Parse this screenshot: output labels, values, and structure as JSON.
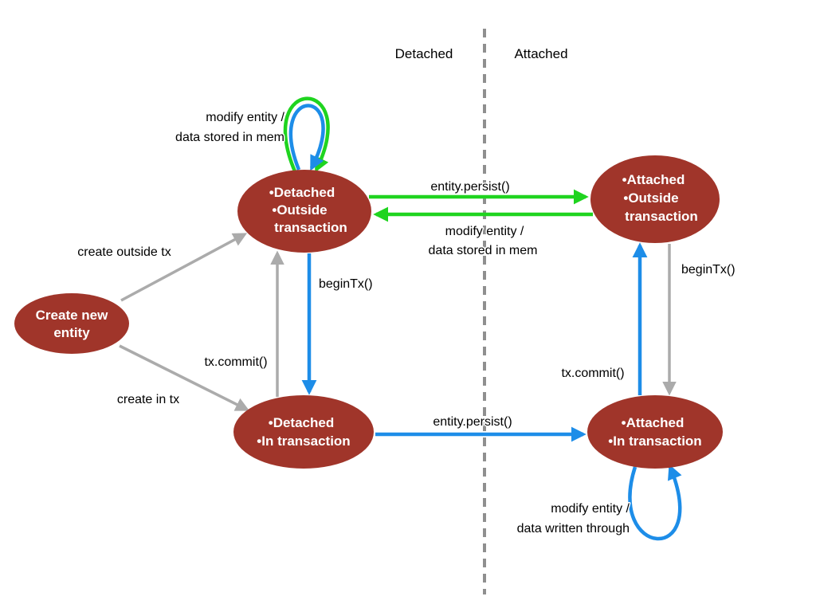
{
  "diagram": {
    "regions": {
      "left": "Detached",
      "right": "Attached"
    },
    "nodes": {
      "create": {
        "lines": [
          "Create new",
          "entity"
        ]
      },
      "detached_outside": {
        "lines": [
          "•Detached",
          "•Outside",
          "transaction"
        ]
      },
      "detached_in": {
        "lines": [
          "•Detached",
          "•In transaction"
        ]
      },
      "attached_outside": {
        "lines": [
          "•Attached",
          "•Outside",
          "transaction"
        ]
      },
      "attached_in": {
        "lines": [
          "•Attached",
          "•In transaction"
        ]
      }
    },
    "edges": {
      "create_outside_tx": {
        "label": "create outside tx",
        "color": "gray"
      },
      "create_in_tx": {
        "label": "create in tx",
        "color": "gray"
      },
      "modify_mem_loop": {
        "label_lines": [
          "modify entity /",
          "data stored in mem"
        ],
        "colors": [
          "green",
          "blue"
        ]
      },
      "begin_tx_left": {
        "label": "beginTx()",
        "color": "blue"
      },
      "tx_commit_left": {
        "label": "tx.commit()",
        "color": "gray"
      },
      "persist_top": {
        "label": "entity.persist()",
        "color": "green"
      },
      "modify_mem_return": {
        "label_lines": [
          "modify entity /",
          "data stored in mem"
        ],
        "color": "green"
      },
      "begin_tx_right": {
        "label": "beginTx()",
        "color": "gray"
      },
      "tx_commit_right": {
        "label": "tx.commit()",
        "color": "blue"
      },
      "persist_bottom": {
        "label": "entity.persist()",
        "color": "blue"
      },
      "modify_write_loop": {
        "label_lines": [
          "modify entity /",
          "data written through"
        ],
        "color": "blue"
      }
    },
    "colors": {
      "node_fill": "#A0352A",
      "node_text": "#FFFFFF",
      "arrow_blue": "#1D8DE8",
      "arrow_green": "#1FD41F",
      "arrow_gray": "#ABABAB",
      "divider_gray": "#8F8F8F",
      "label_text": "#000000",
      "background": "#FFFFFF"
    }
  }
}
